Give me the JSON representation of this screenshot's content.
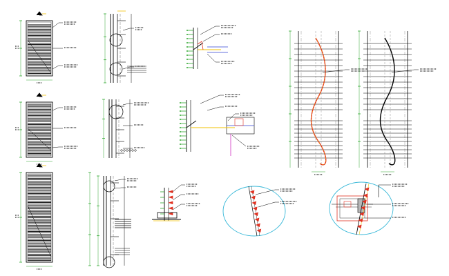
{
  "drawing": {
    "colors": {
      "line": "#000000",
      "leader": "#000000",
      "dim": "#2aa52a",
      "accent_yellow": "#f2c200",
      "accent_red": "#e03020",
      "accent_blue": "#3040d0",
      "accent_cyan": "#38b8d8",
      "accent_magenta": "#d030c0",
      "centerline": "#777777",
      "tick": "#d8b000"
    },
    "views": [
      {
        "name": "louver-elevation-1"
      },
      {
        "name": "louver-section-1"
      },
      {
        "name": "louver-elevation-2"
      },
      {
        "name": "louver-section-2"
      },
      {
        "name": "louver-elevation-3"
      },
      {
        "name": "louver-section-3"
      },
      {
        "name": "connection-detail-1"
      },
      {
        "name": "connection-detail-2"
      },
      {
        "name": "wave-facade-section-1"
      },
      {
        "name": "wave-facade-section-2"
      },
      {
        "name": "base-detail"
      },
      {
        "name": "enlarged-circle-detail-1"
      },
      {
        "name": "enlarged-circle-detail-2"
      }
    ]
  }
}
